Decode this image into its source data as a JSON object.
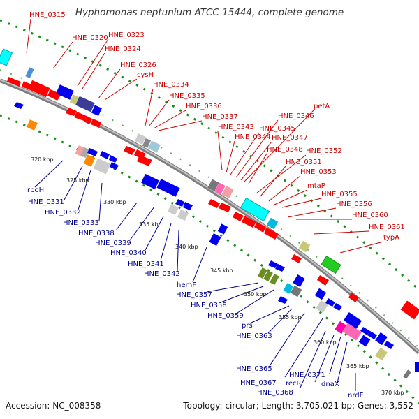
{
  "title": "Hyphomonas neptunium ATCC 15444, complete genome",
  "footer": {
    "accession": "Accession: NC_008358",
    "summary": "Topology: circular; Length: 3,705,021 bp; Genes: 3,552"
  },
  "colors": {
    "backbone": "#8c8c8c",
    "dots": "#1a8f1a",
    "forward_genes": "#ff0000",
    "reverse_genes": "#0000ee",
    "forward_labels": "#cc0000",
    "reverse_labels": "#00008b"
  },
  "kbp_ticks": [
    "320 kbp",
    "325 kbp",
    "330 kbp",
    "335 kbp",
    "340 kbp",
    "345 kbp",
    "350 kbp",
    "355 kbp",
    "360 kbp",
    "365 kbp",
    "370 kbp"
  ],
  "forward_labels": [
    "HNE_0315",
    "HNE_0320",
    "HNE_0323",
    "HNE_0324",
    "HNE_0326",
    "cysH",
    "HNE_0334",
    "HNE_0335",
    "HNE_0336",
    "HNE_0337",
    "HNE_0343",
    "HNE_0344",
    "HNE_0345",
    "HNE_0346",
    "HNE_0347",
    "petA",
    "HNE_0348",
    "HNE_0352",
    "HNE_0351",
    "HNE_0353",
    "mtaP",
    "HNE_0355",
    "HNE_0356",
    "HNE_0360",
    "HNE_0361",
    "typA"
  ],
  "reverse_labels": [
    "rpoH",
    "HNE_0331",
    "HNE_0332",
    "HNE_0333",
    "HNE_0338",
    "HNE_0339",
    "HNE_0340",
    "HNE_0341",
    "HNE_0342",
    "hemF",
    "HNE_0357",
    "HNE_0358",
    "HNE_0359",
    "prs",
    "HNE_0363",
    "HNE_0365",
    "HNE_0367",
    "HNE_0368",
    "recR",
    "HNE_0371",
    "dnaX",
    "nrdF"
  ]
}
